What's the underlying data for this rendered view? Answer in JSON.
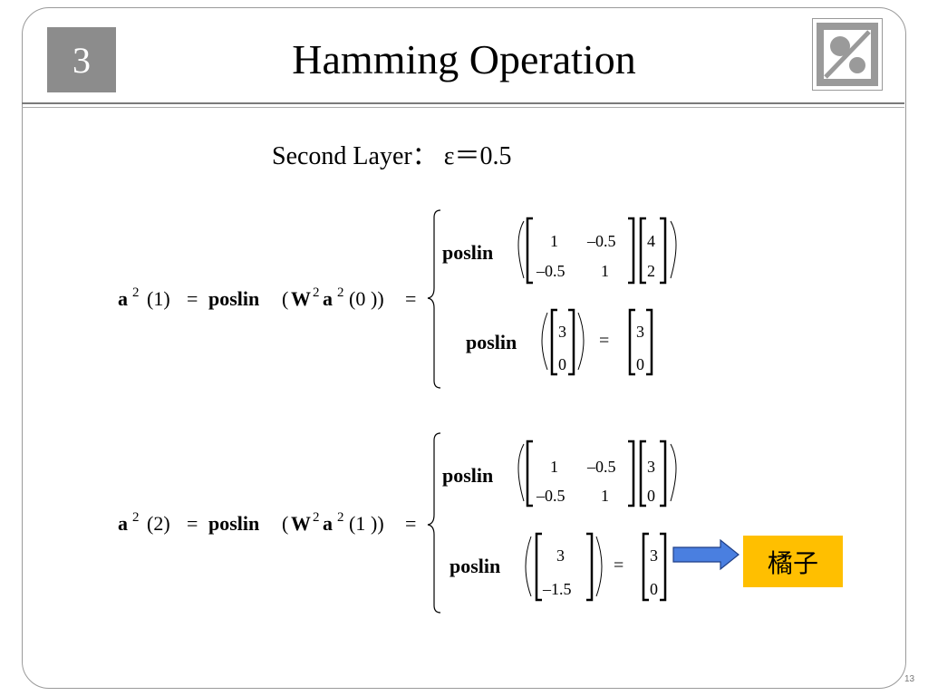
{
  "slide": {
    "chapter": "3",
    "title": "Hamming Operation",
    "subtitle": "Second Layer： ε＝0.5",
    "page_number": "13"
  },
  "eq1": {
    "lhs": {
      "a": "a",
      "sup": "2",
      "arg": "(1)",
      "eq": "=",
      "fn": "poslin",
      "open": "(",
      "W": "W",
      "wsup": "2",
      "a2": "a",
      "a2sup": "2",
      "inner": "(0",
      "close": "))",
      "eq2": "="
    },
    "row1": {
      "fn": "poslin",
      "m11": "1",
      "m12": "–0.5",
      "m21": "–0.5",
      "m22": "1",
      "v1": "4",
      "v2": "2"
    },
    "row2": {
      "fn": "poslin",
      "v1": "3",
      "v2": "0",
      "eq": "=",
      "r1": "3",
      "r2": "0"
    }
  },
  "eq2": {
    "lhs": {
      "a": "a",
      "sup": "2",
      "arg": "(2)",
      "eq": "=",
      "fn": "poslin",
      "open": "(",
      "W": "W",
      "wsup": "2",
      "a2": "a",
      "a2sup": "2",
      "inner": "(1",
      "close": "))",
      "eq2": "="
    },
    "row1": {
      "fn": "poslin",
      "m11": "1",
      "m12": "–0.5",
      "m21": "–0.5",
      "m22": "1",
      "v1": "3",
      "v2": "0"
    },
    "row2": {
      "fn": "poslin",
      "v1": "3",
      "v2": "–1.5",
      "eq": "=",
      "r1": "3",
      "r2": "0"
    }
  },
  "result_box": {
    "label": "橘子",
    "color": "#ffbf00"
  },
  "arrow": {
    "color": "#4a7fe0"
  }
}
